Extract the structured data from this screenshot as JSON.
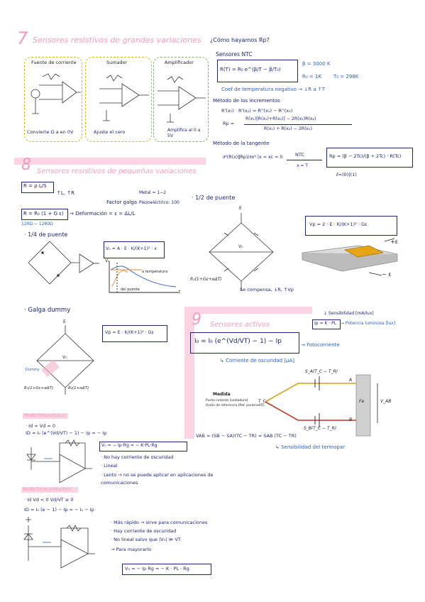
{
  "section7": {
    "number": "7",
    "title": "Sensores resistivos de grandes variaciones",
    "question": "¿Cómo hayamos Rp?",
    "boxes": [
      {
        "title": "Fuente de corriente",
        "caption": "Convierte Ω a en 0V"
      },
      {
        "title": "Sumador",
        "caption": "Ajuste el cero"
      },
      {
        "title": "Amplificador",
        "caption": "Amplifica al 0 a 5V"
      }
    ],
    "ntc_label": "Sensores NTC",
    "ntc_formula": "R(T) = R₀ e^(β/T − β/T₀)",
    "ntc_params": [
      "β = 3000 K",
      "R₀ = 1K",
      "T₀ = 298K"
    ],
    "coef_note": "Coef de temperatura negativo → ↓R a ↑T",
    "incremental_title": "Método de los incrementos",
    "incremental_eq1": "R'(x₁) · R'(x₂) = R''(x₁) − R''(x₂)",
    "incremental_num": "R(x₁)[R(x₁)+R(x₂)] − 2R(x₁)R(x₂)",
    "incremental_den": "R(x₁) + R(x₂) − 2R(x₂)",
    "incremental_lhs": "Rp =",
    "tangent_title": "Método de la tangente",
    "tangent_eq": "∂²(R(x)‖Rp)/∂x² |x = xc = 0",
    "tangent_arrow": "NTC",
    "tangent_sub": "x = T",
    "tangent_result": "Rp = (β − 2Tc)/(β + 2Tc) · R(Tc)",
    "tangent_foot": "ℓ=(0)|(1)"
  },
  "section8": {
    "number": "8",
    "title": "Sensores resistivos de pequeñas variaciones",
    "rho_formula": "R = ρ L/S",
    "items": [
      "↑L, ↑R",
      "Factor galga",
      "Metal = 1−2",
      "Piezoeléctrico: 100"
    ],
    "r_formula": "R = R₀ (1 + G ε)",
    "deformation": "→ Deformación = ε = ΔL/L",
    "r0_note": "120Ω − 1280Ω",
    "quarter_title": "· 1/4 de puente",
    "quarter_formula": "V₀ = A · E · K/(K+1)² · x",
    "graph_labels": [
      "V₀",
      "a temperatura",
      "del puente",
      "t"
    ],
    "half_title": "· 1/2 de puente",
    "half_formula": "Vp = 2 · E · K/(K+1)² · Gε",
    "half_labels": [
      "R₁(1+Gε+αΔT)",
      "Se compensa, ↓R, ↑Vp",
      "E",
      "V₀"
    ],
    "strip_labels": [
      "+ε",
      "− ε"
    ],
    "dummy_title": "· Galga dummy",
    "dummy_formula": "Vp = E · K/(K+1)² · Gε",
    "dummy_labels": [
      "E",
      "Dummy",
      "R₁(1+Gε+αΔT)",
      "R₂(1+αΔT)",
      "V₀"
    ]
  },
  "section9": {
    "number": "9",
    "title": "Sensores activos",
    "sensitivity": "↓ Sensibilidad [mA/lux]",
    "ip_formula": "Ip = K · PL",
    "ip_note": "→ Potencia luminosa [lux]",
    "main_formula": "I₀ = I₀ (e^(Vd/VT) − 1) − Ip",
    "main_note": "→ Fotocorriente",
    "dark_note": "↳ Corriente de oscuridad [μA]",
    "thermo_labels": [
      "S_A(T_C − T_R)",
      "S_B(T_C − T_R)",
      "T_C",
      "Fe",
      "A",
      "B",
      "V_AB"
    ],
    "medida": "Medida",
    "medida_sub1": "Punto caliente [soldadura]",
    "medida_sub2": "Unión de referencia [Ref. parámetro]",
    "vab_formula": "VAB = (SB − SA)(TC − TR) = SAB (TC − TR)",
    "vab_note": "↳ Sensibilidad del termopar"
  },
  "photovoltaic": {
    "title": "Modo fotovoltaico",
    "line1": "· Id = Vd = 0",
    "line2": "ID = I₀ (e^(Vd/VT) − 1) − Ip = − Ip",
    "vo": "V₀ = − Ip·Rg = − K·PL·Rg",
    "notes": [
      "· No hay corriente de oscuridad",
      "· Lineal",
      "· Lento → no se puede aplicar en aplicaciones de comunicaciones"
    ]
  },
  "photoconductive": {
    "title": "Modo fotoconductivo",
    "line1": "· Id  Vd < 0    Vd/VT ≥ 0",
    "line2": "ID = I₀ (e − 1) − Ip = − I₀ − Ip",
    "notes": [
      "· Más rápido → sirve para comunicaciones",
      "· Hay corriente de oscuridad",
      "· No lineal salvo que |V₀| ≫ VT",
      "→ Para mayorarlo"
    ],
    "vo": "V₀ = − Ip Rg = − K · PL · Rg"
  }
}
